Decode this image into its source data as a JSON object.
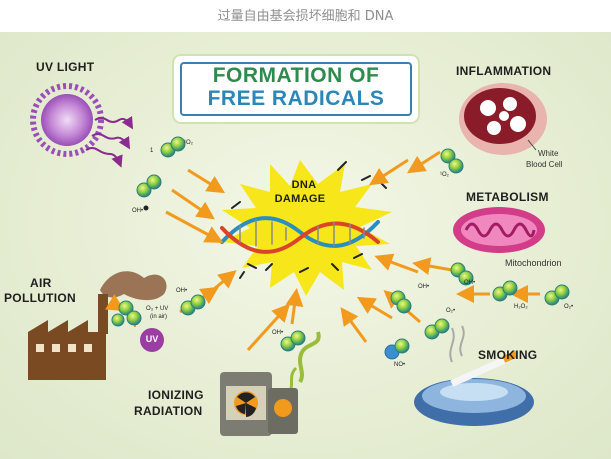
{
  "caption": "过量自由基会损坏细胞和 DNA",
  "title": {
    "line1": "FORMATION OF",
    "line2": "FREE RADICALS"
  },
  "center": {
    "line1": "DNA",
    "line2": "DAMAGE"
  },
  "sources": {
    "uv_light": "UV LIGHT",
    "inflammation": "INFLAMMATION",
    "metabolism": "METABOLISM",
    "air_pollution_1": "AIR",
    "air_pollution_2": "POLLUTION",
    "smoking": "SMOKING",
    "ionizing_1": "IONIZING",
    "ionizing_2": "RADIATION"
  },
  "sublabels": {
    "white_blood_cell_1": "White",
    "white_blood_cell_2": "Blood Cell",
    "mitochondrion": "Mitochondrion",
    "uv_badge": "UV",
    "ozone_1": "O₃ + UV",
    "ozone_2": "(in air)"
  },
  "molecules": {
    "singlet_1": "1",
    "singlet_o2": "¹O₂",
    "oh": "OH•",
    "o2": "O₂•",
    "h2o2": "H₂O₂",
    "no": "NO•"
  },
  "colors": {
    "green_title": "#2f8a4e",
    "blue_title": "#2c86b8",
    "arrow": "#f19a1e",
    "burst": "#f6e61a"
  }
}
